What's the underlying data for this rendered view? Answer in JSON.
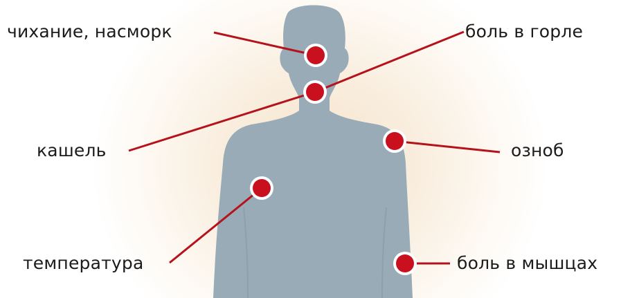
{
  "symptoms": {
    "sneeze_runny_nose": "чихание, насморк",
    "sore_throat": "боль в горле",
    "cough": "кашель",
    "chills": "озноб",
    "fever": "температура",
    "muscle_pain": "боль в мышцах"
  },
  "colors": {
    "body": "#98abb7",
    "marker": "#c8101f",
    "connector": "#b5121b",
    "glow": "#f5e3c9",
    "text": "#1b1b1b"
  }
}
